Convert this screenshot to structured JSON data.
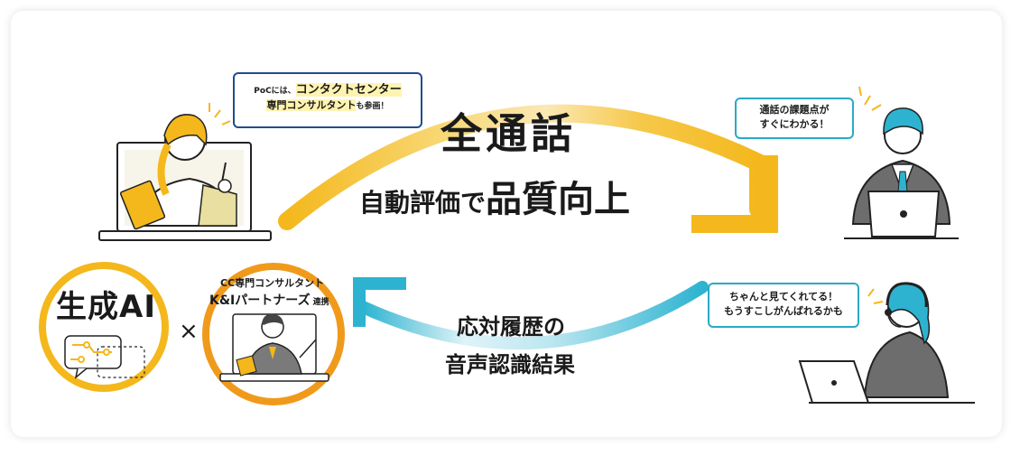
{
  "headline": {
    "line1": "全通話",
    "line2a": "自動評価で",
    "line2b": "品質向上"
  },
  "feedback": {
    "line1": "応対履歴の",
    "line2": "音声認識結果"
  },
  "consultant_bubble": {
    "prefix": "PoCには、",
    "strong": "コンタクトセンター",
    "line2": "専門コンサルタント",
    "suffix": "も参画！"
  },
  "top_agent_bubble": {
    "line1": "通話の課題点が",
    "line2": "すぐにわかる！"
  },
  "bottom_agent_bubble": {
    "line1": "ちゃんと見てくれてる！",
    "line2": "もうすこしがんばれるかも"
  },
  "ai_circle": {
    "label": "生成AI"
  },
  "cross": "×",
  "partner_circle": {
    "line1": "CC専門コンサルタント",
    "line2": "K&Iパートナーズ",
    "suffix": "連携"
  },
  "colors": {
    "yellow": "#f4b81c",
    "blue": "#2db3d0",
    "navy": "#1f4e8c",
    "teal_bubble": "#2aa9c7"
  }
}
